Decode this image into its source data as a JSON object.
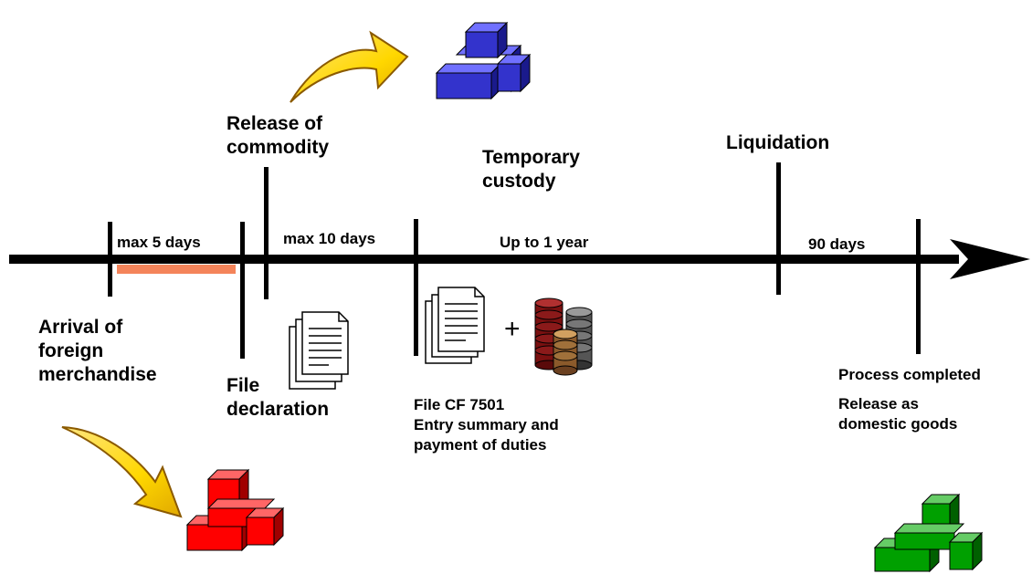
{
  "timeline": {
    "events": {
      "arrival": [
        "Arrival of",
        "foreign",
        "merchandise"
      ],
      "file_declaration": [
        "File",
        "declaration"
      ],
      "release": [
        "Release of",
        "commodity"
      ],
      "temporary_custody": [
        "Temporary",
        "custody"
      ],
      "entry_summary": [
        "File  CF 7501",
        "Entry summary  and",
        "payment of duties"
      ],
      "liquidation": "Liquidation",
      "process_completed": "Process  completed",
      "release_domestic": [
        "Release as",
        "domestic goods"
      ]
    },
    "intervals": {
      "max5": "max 5 days",
      "max10": "max 10 days",
      "year": "Up to 1 year",
      "ninety": "90 days"
    },
    "plus_sign": "+"
  },
  "colors": {
    "axis": "#000000",
    "highlight_bar": "#f4845a",
    "arrow_fill": "#ffd700",
    "arrow_dark": "#b8860b",
    "boxes_blue": "#3333cc",
    "boxes_red": "#ff0000",
    "boxes_green": "#00a000"
  },
  "icons": [
    "curved-arrow-icon",
    "stacked-boxes-icon",
    "document-stack-icon",
    "coin-stack-icon"
  ]
}
